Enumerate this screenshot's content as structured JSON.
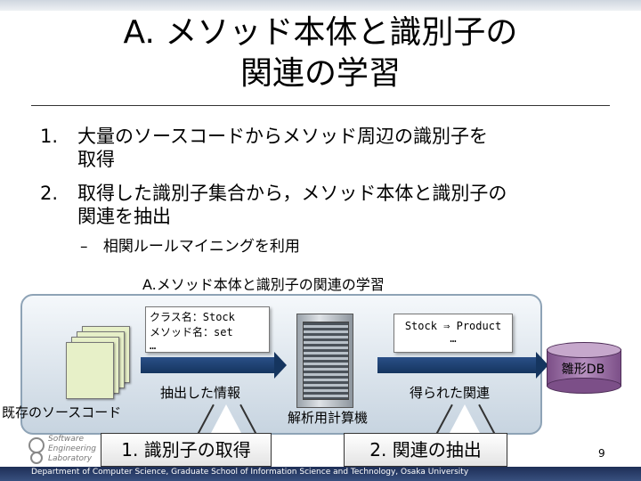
{
  "slide": {
    "title_line1": "A. メソッド本体と識別子の",
    "title_line2": "関連の学習",
    "items": [
      {
        "num": "1.",
        "line1": "大量のソースコードからメソッド周辺の識別子を",
        "line2": "取得"
      },
      {
        "num": "2.",
        "line1": "取得した識別子集合から，メソッド本体と識別子の",
        "line2": "関連を抽出"
      }
    ],
    "sub_item": {
      "dash": "–",
      "text": "相関ルールマイニングを利用"
    },
    "diagram_title": "A.メソッド本体と識別子の関連の学習",
    "callout_left": {
      "line1": "クラス名：Stock",
      "line2": "メソッド名：set",
      "line3": "…"
    },
    "callout_right": {
      "line1": "Stock ⇒ Product",
      "line2": "…"
    },
    "label_extracted": "抽出した情報",
    "label_obtained": "得られた関連",
    "label_source": "既存のソースコード",
    "label_computer": "解析用計算機",
    "label_db": "雛形DB",
    "step1": "1. 識別子の取得",
    "step2": "2. 関連の抽出",
    "page_number": "9",
    "footer": "Department of Computer Science, Graduate School of Information Science and Technology, Osaka University",
    "logo_lines": [
      "Software",
      "Engineering",
      "Laboratory"
    ]
  },
  "colors": {
    "arrow": "#1f3f6f",
    "panel_border": "#8ea3b6",
    "footer": "#2a3f6a"
  }
}
